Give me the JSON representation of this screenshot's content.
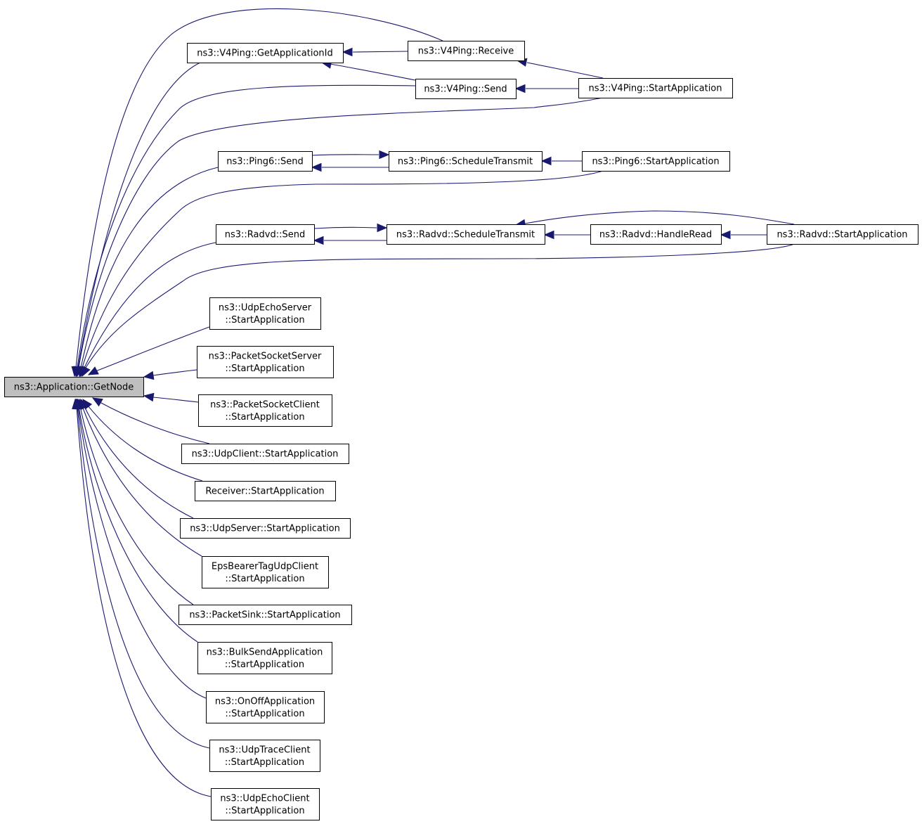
{
  "diagram": {
    "nodes": {
      "getnode": {
        "lines": [
          "ns3::Application::GetNode"
        ],
        "focus": true
      },
      "v4_getappid": {
        "lines": [
          "ns3::V4Ping::GetApplicationId"
        ]
      },
      "v4_receive": {
        "lines": [
          "ns3::V4Ping::Receive"
        ]
      },
      "v4_send": {
        "lines": [
          "ns3::V4Ping::Send"
        ]
      },
      "v4_start": {
        "lines": [
          "ns3::V4Ping::StartApplication"
        ]
      },
      "ping6_send": {
        "lines": [
          "ns3::Ping6::Send"
        ]
      },
      "ping6_sched": {
        "lines": [
          "ns3::Ping6::ScheduleTransmit"
        ]
      },
      "ping6_start": {
        "lines": [
          "ns3::Ping6::StartApplication"
        ]
      },
      "radvd_send": {
        "lines": [
          "ns3::Radvd::Send"
        ]
      },
      "radvd_sched": {
        "lines": [
          "ns3::Radvd::ScheduleTransmit"
        ]
      },
      "radvd_read": {
        "lines": [
          "ns3::Radvd::HandleRead"
        ]
      },
      "radvd_start": {
        "lines": [
          "ns3::Radvd::StartApplication"
        ]
      },
      "udpechoserver": {
        "lines": [
          "ns3::UdpEchoServer",
          "::StartApplication"
        ]
      },
      "pktsockserver": {
        "lines": [
          "ns3::PacketSocketServer",
          "::StartApplication"
        ]
      },
      "pktsockclient": {
        "lines": [
          "ns3::PacketSocketClient",
          "::StartApplication"
        ]
      },
      "udpclient": {
        "lines": [
          "ns3::UdpClient::StartApplication"
        ]
      },
      "receiver": {
        "lines": [
          "Receiver::StartApplication"
        ]
      },
      "udpserver": {
        "lines": [
          "ns3::UdpServer::StartApplication"
        ]
      },
      "epsbearer": {
        "lines": [
          "EpsBearerTagUdpClient",
          "::StartApplication"
        ]
      },
      "packetsink": {
        "lines": [
          "ns3::PacketSink::StartApplication"
        ]
      },
      "bulksend": {
        "lines": [
          "ns3::BulkSendApplication",
          "::StartApplication"
        ]
      },
      "onoff": {
        "lines": [
          "ns3::OnOffApplication",
          "::StartApplication"
        ]
      },
      "udptrace": {
        "lines": [
          "ns3::UdpTraceClient",
          "::StartApplication"
        ]
      },
      "udpechoclient": {
        "lines": [
          "ns3::UdpEchoClient",
          "::StartApplication"
        ]
      }
    },
    "edges": [
      {
        "from": "v4_getappid",
        "to": "getnode"
      },
      {
        "from": "v4_receive",
        "to": "getnode"
      },
      {
        "from": "v4_send",
        "to": "getnode"
      },
      {
        "from": "v4_start",
        "to": "getnode"
      },
      {
        "from": "ping6_send",
        "to": "getnode"
      },
      {
        "from": "ping6_start",
        "to": "getnode"
      },
      {
        "from": "radvd_send",
        "to": "getnode"
      },
      {
        "from": "radvd_start",
        "to": "getnode"
      },
      {
        "from": "udpechoserver",
        "to": "getnode"
      },
      {
        "from": "pktsockserver",
        "to": "getnode"
      },
      {
        "from": "pktsockclient",
        "to": "getnode"
      },
      {
        "from": "udpclient",
        "to": "getnode"
      },
      {
        "from": "receiver",
        "to": "getnode"
      },
      {
        "from": "udpserver",
        "to": "getnode"
      },
      {
        "from": "epsbearer",
        "to": "getnode"
      },
      {
        "from": "packetsink",
        "to": "getnode"
      },
      {
        "from": "bulksend",
        "to": "getnode"
      },
      {
        "from": "onoff",
        "to": "getnode"
      },
      {
        "from": "udptrace",
        "to": "getnode"
      },
      {
        "from": "udpechoclient",
        "to": "getnode"
      },
      {
        "from": "v4_receive",
        "to": "v4_getappid"
      },
      {
        "from": "v4_send",
        "to": "v4_getappid"
      },
      {
        "from": "v4_start",
        "to": "v4_receive"
      },
      {
        "from": "v4_start",
        "to": "v4_send"
      },
      {
        "from": "ping6_sched",
        "to": "ping6_send"
      },
      {
        "from": "ping6_send",
        "to": "ping6_sched"
      },
      {
        "from": "ping6_start",
        "to": "ping6_sched"
      },
      {
        "from": "radvd_sched",
        "to": "radvd_send"
      },
      {
        "from": "radvd_send",
        "to": "radvd_sched"
      },
      {
        "from": "radvd_read",
        "to": "radvd_sched"
      },
      {
        "from": "radvd_start",
        "to": "radvd_sched"
      },
      {
        "from": "radvd_start",
        "to": "radvd_read"
      }
    ]
  }
}
